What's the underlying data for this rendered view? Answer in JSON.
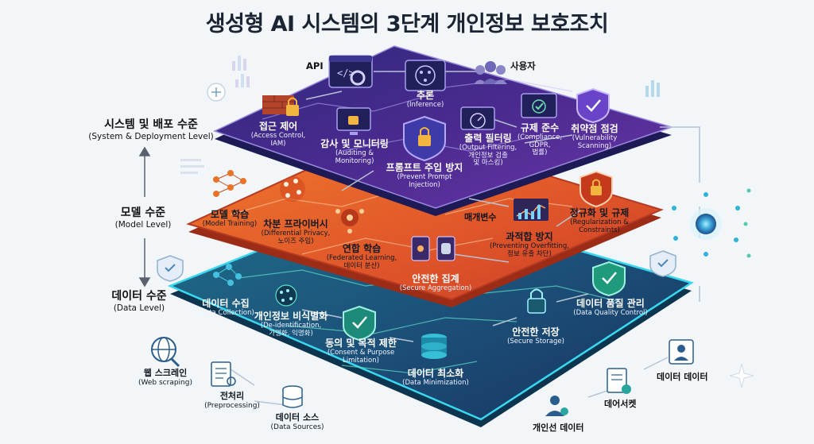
{
  "title": "생성형 AI 시스템의 3단계 개인정보 보호조치",
  "levels": {
    "system": {
      "ko": "시스템 및 배포 수준",
      "en": "(System & Deployment Level)"
    },
    "model": {
      "ko": "모델 수준",
      "en": "(Model Level)"
    },
    "data": {
      "ko": "데이터 수준",
      "en": "(Data Level)"
    }
  },
  "system_layer": {
    "api": "API",
    "user": "사용자",
    "inference": {
      "ko": "추론",
      "en": "(Inference)"
    },
    "access_control": {
      "ko": "접근 제어",
      "en1": "(Access Control,",
      "en2": "IAM)"
    },
    "auditing": {
      "ko": "감사 및 모니터링",
      "en1": "(Auditing &",
      "en2": "Monitoring)"
    },
    "prompt": {
      "ko": "프롬프트 주입 방지",
      "en1": "(Prevent Prompt",
      "en2": "Injection)"
    },
    "output": {
      "ko": "출력 필터링",
      "en1": "(Output Filtering,",
      "en2": "개인정보 검출",
      "en3": "및 마스킹)"
    },
    "compliance": {
      "ko": "규제 준수",
      "en1": "(Compliance,",
      "en2": "GDPR,",
      "en3": "법률)"
    },
    "vulnerability": {
      "ko": "취약점 점검",
      "en1": "(Vulnerability",
      "en2": "Scanning)"
    }
  },
  "model_layer": {
    "training": {
      "ko": "모델 학습",
      "en": "(Model Training)"
    },
    "dp": {
      "ko": "차분 프라이버시",
      "en1": "(Differential Privacy,",
      "en2": "노이즈 주입)"
    },
    "federated": {
      "ko": "연합 학습",
      "en1": "(Federated Learning,",
      "en2": "데이터 분산)"
    },
    "params": "매개변수",
    "overfit": {
      "ko": "과적합 방지",
      "en1": "(Preventing Overfitting,",
      "en2": "정보 유출 차단)"
    },
    "regularization": {
      "ko": "정규화 및 규제",
      "en1": "(Regularization &",
      "en2": "Constraints)"
    },
    "secure_agg": {
      "ko": "안전한 집계",
      "en": "(Secure Aggregation)"
    }
  },
  "data_layer": {
    "collection": {
      "ko": "데이터 수집",
      "en": "(Data Collection)"
    },
    "deid": {
      "ko": "개인정보 비식별화",
      "en1": "(De-identification,",
      "en2": "가명화, 익명화)"
    },
    "consent": {
      "ko": "동의 및 목적 제한",
      "en1": "(Consent & Purpose",
      "en2": "Limitation)"
    },
    "minimization": {
      "ko": "데이터 최소화",
      "en": "(Data Minimization)"
    },
    "storage": {
      "ko": "안전한 저장",
      "en": "(Secure Storage)"
    },
    "quality": {
      "ko": "데이터 품질 관리",
      "en": "(Data Quality Control)"
    }
  },
  "outside": {
    "web": {
      "ko": "웹 스크레인",
      "en": "(Web scraping)"
    },
    "pre": {
      "ko": "전처리",
      "en": "(Preprocessing)"
    },
    "sources": {
      "ko": "데이터 소스",
      "en": "(Data Sources)"
    },
    "personal": "개인선 데이터",
    "dataset": "데어서켓",
    "data_data": "데이터 데이터"
  },
  "colors": {
    "system": "#4a2a8f",
    "model": "#e0562a",
    "data": "#17607a",
    "accent": "#2bb3d9"
  }
}
